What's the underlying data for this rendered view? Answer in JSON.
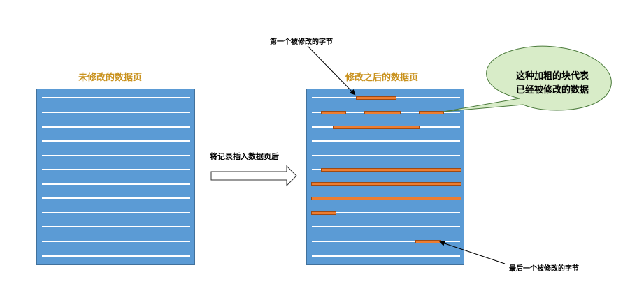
{
  "left_page": {
    "title": "未修改的数据页"
  },
  "right_page": {
    "title": "修改之后的数据页"
  },
  "arrow": {
    "label": "将记录插入数据页后"
  },
  "callouts": {
    "first_modified": "第一个被修改的字节",
    "last_modified": "最后一个被修改的字节",
    "bubble_line1": "这种加粗的块代表",
    "bubble_line2": "已经被修改的数据"
  },
  "colors": {
    "page_fill": "#5b9bd5",
    "row_line": "#ffffff",
    "modified_block": "#ed7d31",
    "bubble_fill": "#d8ecc8",
    "title_color": "#c9921e"
  }
}
